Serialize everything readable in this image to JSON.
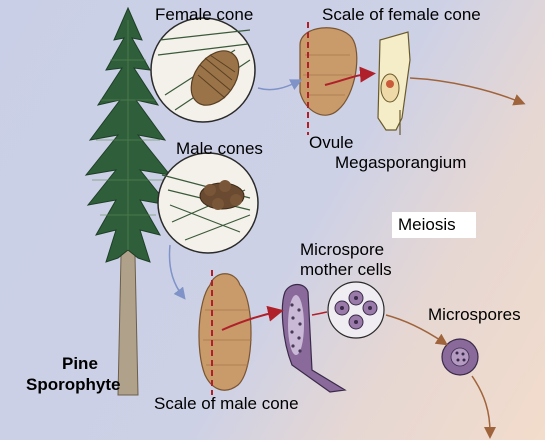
{
  "labels": {
    "female_cone": "Female cone",
    "scale_female": "Scale of female cone",
    "ovule": "Ovule",
    "megasporangium": "Megasporangium",
    "male_cones": "Male cones",
    "meiosis": "Meiosis",
    "microspore_mother_1": "Microspore",
    "microspore_mother_2": "mother cells",
    "microspores": "Microspores",
    "pine_1": "Pine",
    "pine_2": "Sporophyte",
    "scale_male": "Scale of male cone"
  },
  "colors": {
    "background_left": "#c9cfe6",
    "background_right": "#f2dccb",
    "tree_green": "#2f5f3a",
    "trunk": "#b0a28a",
    "cone_brown": "#9a7448",
    "scale_tan": "#c99a6a",
    "arrow_brown": "#a0643c",
    "arrow_red": "#b0202a",
    "arrow_blue": "#7f93c8",
    "microspore_purple": "#8a6a9a"
  }
}
